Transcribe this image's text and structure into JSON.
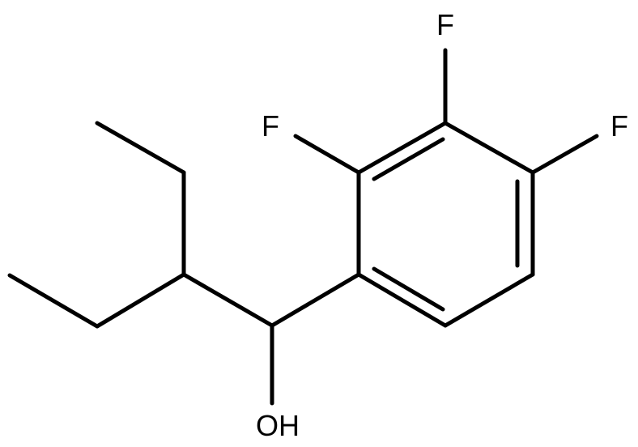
{
  "atom_labels": {
    "f_top": "F",
    "f_left": "F",
    "f_right": "F",
    "hydroxyl": "OH"
  },
  "colors": {
    "bond": "#000000",
    "text": "#000000",
    "background": "#ffffff"
  }
}
